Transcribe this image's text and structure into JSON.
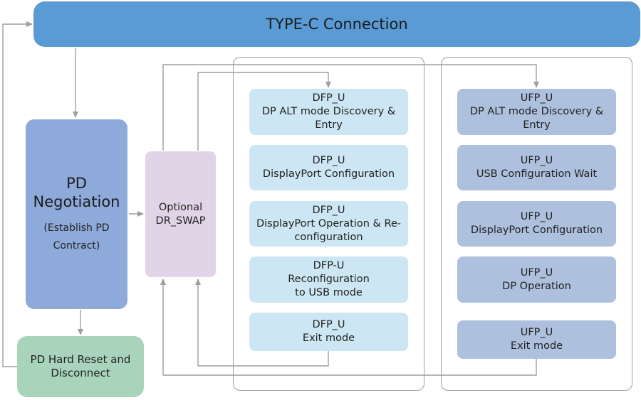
{
  "colors": {
    "title": "#5b9bd5",
    "pd": "#8eaadb",
    "hard_reset": "#a9d4bc",
    "swap": "#e2d4e7",
    "dfp": "#cce6f3",
    "ufp": "#adc0dd",
    "connector": "#9e9e9e"
  },
  "title": "TYPE-C Connection",
  "pd_negotiation": {
    "title": [
      "PD",
      "Negotiation"
    ],
    "subtitle": [
      "(Establish PD",
      "Contract)"
    ]
  },
  "hard_reset": [
    "PD Hard Reset and",
    "Disconnect"
  ],
  "dr_swap": [
    "Optional",
    "DR_SWAP"
  ],
  "dfp_steps": [
    [
      "DFP_U",
      "DP ALT mode Discovery &",
      "Entry"
    ],
    [
      "DFP_U",
      "DisplayPort Configuration"
    ],
    [
      "DFP_U",
      "DisplayPort Operation & Re-",
      "configuration"
    ],
    [
      "DFP-U",
      "Reconfiguration",
      "to USB mode"
    ],
    [
      "DFP_U",
      "Exit mode"
    ]
  ],
  "ufp_steps": [
    [
      "UFP_U",
      "DP ALT mode Discovery &",
      "Entry"
    ],
    [
      "UFP_U",
      "USB Configuration Wait"
    ],
    [
      "UFP_U",
      "DisplayPort Configuration"
    ],
    [
      "UFP_U",
      "DP Operation"
    ],
    [
      "UFP_U",
      "Exit mode"
    ]
  ]
}
